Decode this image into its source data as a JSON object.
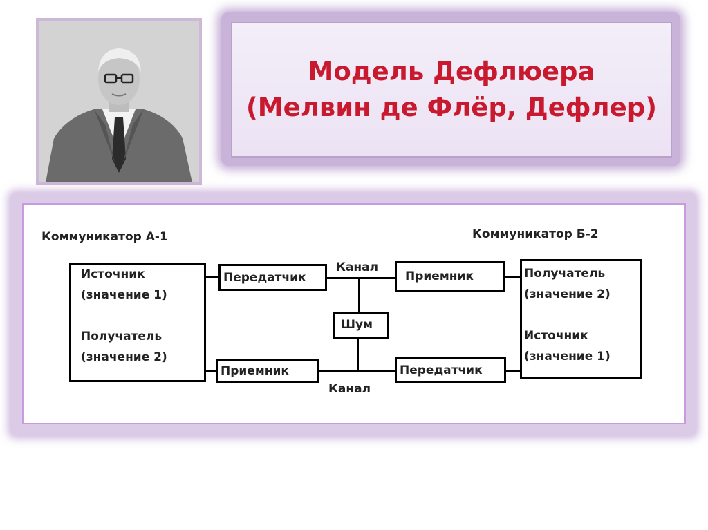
{
  "title": {
    "line1": "Модель Дефлюера",
    "line2": "(Мелвин де Флёр, Дефлер)"
  },
  "colors": {
    "title_text": "#c8192e",
    "panel_border": "#c79be0",
    "frame_glow": "#c9b3d8"
  },
  "portrait": {
    "icon": "portrait-photo"
  },
  "diagram": {
    "communicator_a": "Коммуникатор А-1",
    "communicator_b": "Коммуникатор Б-2",
    "a_source": "Источник",
    "a_source_value": "(значение 1)",
    "a_receiver": "Получатель",
    "a_receiver_value": "(значение 2)",
    "b_receiver": "Получатель",
    "b_receiver_value": "(значение 2)",
    "b_source": "Источник",
    "b_source_value": "(значение 1)",
    "transmitter_top": "Передатчик",
    "receiver_top": "Приемник",
    "receiver_bottom": "Приемник",
    "transmitter_bottom": "Передатчик",
    "channel_top": "Канал",
    "channel_bottom": "Канал",
    "noise": "Шум"
  }
}
